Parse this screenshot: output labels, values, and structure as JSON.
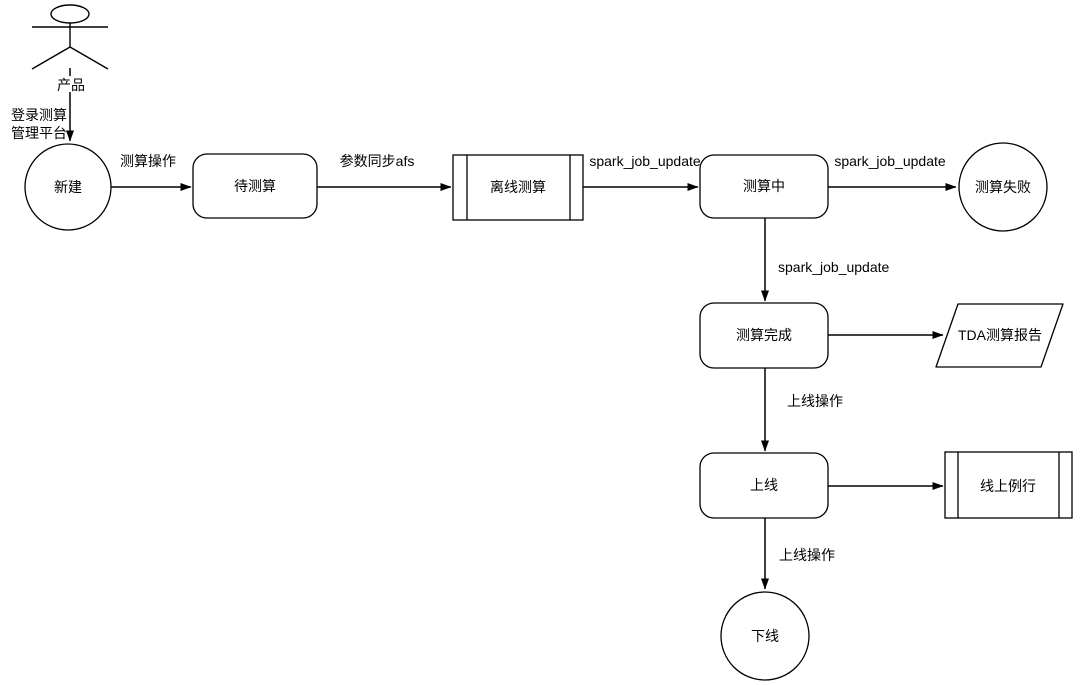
{
  "canvas": {
    "background": "#ffffff",
    "stroke_color": "#000000",
    "text_color": "#000000"
  },
  "actor": {
    "label": "产品"
  },
  "nodes": [
    {
      "id": "new",
      "shape": "circle",
      "label": "新建"
    },
    {
      "id": "pending-calc",
      "shape": "rounded-rect",
      "label": "待测算"
    },
    {
      "id": "offline-calc",
      "shape": "subroutine",
      "label": "离线测算"
    },
    {
      "id": "calculating",
      "shape": "rounded-rect",
      "label": "测算中"
    },
    {
      "id": "calc-failed",
      "shape": "circle",
      "label": "测算失败"
    },
    {
      "id": "calc-complete",
      "shape": "rounded-rect",
      "label": "测算完成"
    },
    {
      "id": "tda-report",
      "shape": "parallelogram",
      "label": "TDA测算报告"
    },
    {
      "id": "online",
      "shape": "rounded-rect",
      "label": "上线"
    },
    {
      "id": "online-routine",
      "shape": "subroutine",
      "label": "线上例行"
    },
    {
      "id": "offline",
      "shape": "circle",
      "label": "下线"
    }
  ],
  "edges": [
    {
      "from": "actor",
      "to": "new",
      "label_line1": "登录测算",
      "label_line2": "管理平台"
    },
    {
      "from": "new",
      "to": "pending-calc",
      "label": "测算操作"
    },
    {
      "from": "pending-calc",
      "to": "offline-calc",
      "label": "参数同步afs"
    },
    {
      "from": "offline-calc",
      "to": "calculating",
      "label": "spark_job_update"
    },
    {
      "from": "calculating",
      "to": "calc-failed",
      "label": "spark_job_update"
    },
    {
      "from": "calculating",
      "to": "calc-complete",
      "label": "spark_job_update"
    },
    {
      "from": "calc-complete",
      "to": "tda-report",
      "label": ""
    },
    {
      "from": "calc-complete",
      "to": "online",
      "label": "上线操作"
    },
    {
      "from": "online",
      "to": "online-routine",
      "label": ""
    },
    {
      "from": "online",
      "to": "offline",
      "label": "上线操作"
    }
  ]
}
